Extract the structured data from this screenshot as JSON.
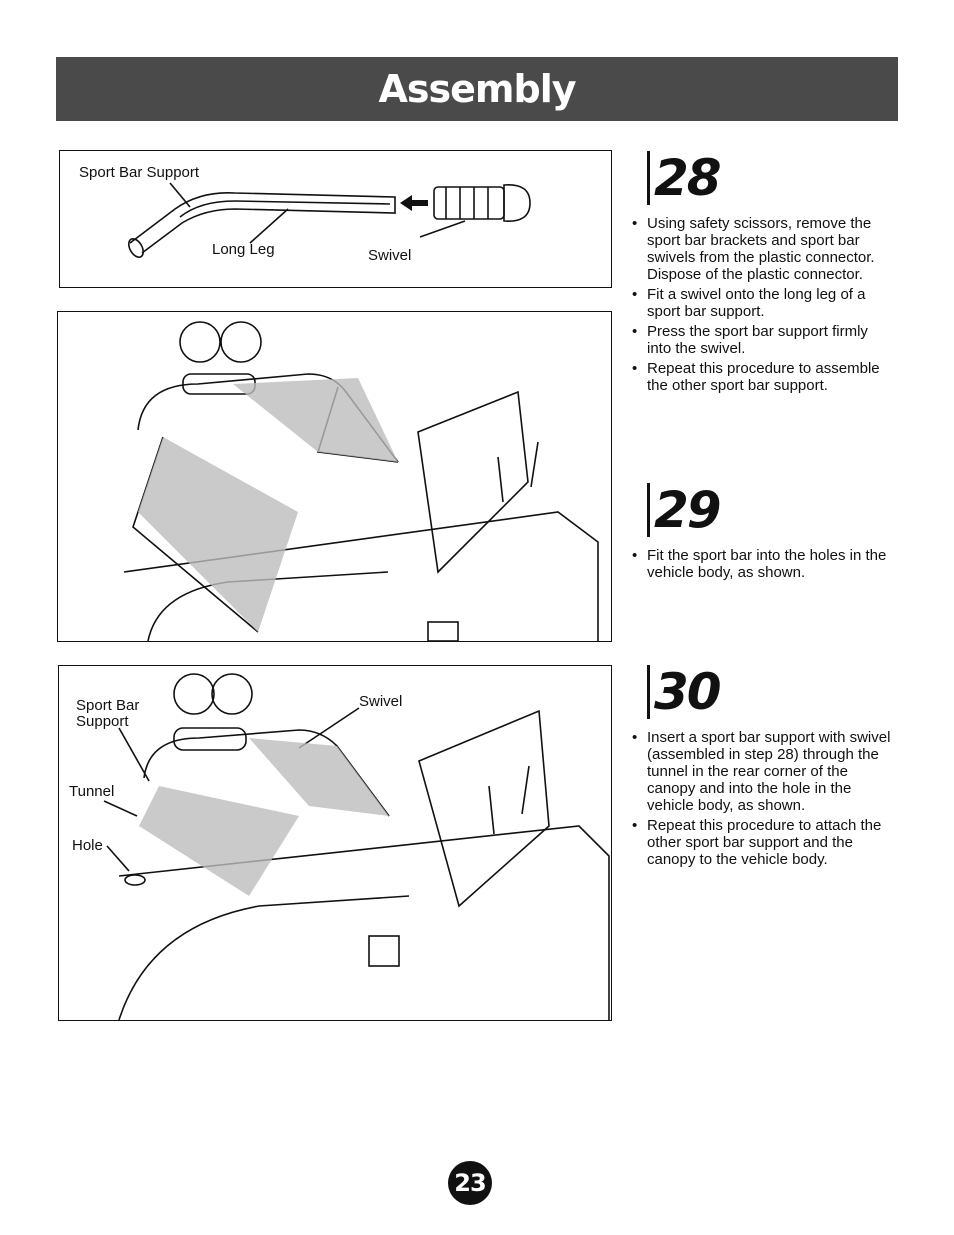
{
  "header": {
    "title": "Assembly"
  },
  "figure1": {
    "labels": {
      "sport_bar_support": "Sport Bar Support",
      "long_leg": "Long Leg",
      "swivel": "Swivel"
    }
  },
  "figure3": {
    "labels": {
      "sport_bar_support": "Sport Bar\nSupport",
      "swivel": "Swivel",
      "tunnel": "Tunnel",
      "hole": "Hole"
    }
  },
  "steps": [
    {
      "number": "28",
      "bullets": [
        "Using safety scissors, remove the sport bar brackets and sport bar swivels from the plastic connector. Dispose of the plastic connector.",
        "Fit a swivel onto the long leg of a sport bar support.",
        "Press the sport bar support firmly into the swivel.",
        "Repeat this procedure to assemble the other sport bar support."
      ]
    },
    {
      "number": "29",
      "bullets": [
        "Fit the sport bar into the holes in the vehicle body, as shown."
      ]
    },
    {
      "number": "30",
      "bullets": [
        "Insert a sport bar support with swivel (assembled in step 28) through the tunnel in the rear corner of the canopy and into the hole in the vehicle body, as shown.",
        "Repeat this procedure to attach the other sport bar support and the canopy to the vehicle body."
      ]
    }
  ],
  "footer": {
    "page_number": "23"
  }
}
